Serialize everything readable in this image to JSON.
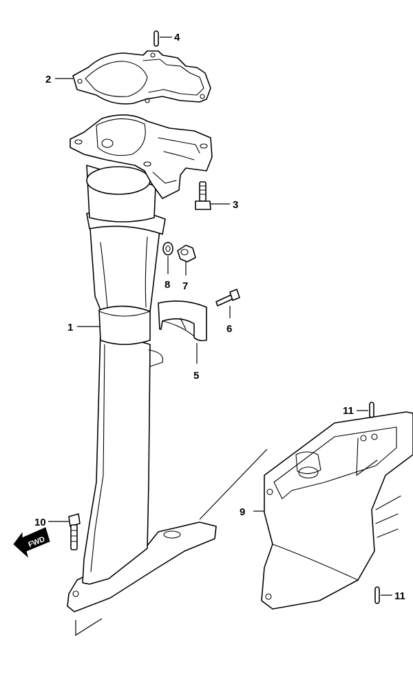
{
  "callouts": {
    "p1": "1",
    "p2": "2",
    "p3": "3",
    "p4": "4",
    "p5": "5",
    "p6": "6",
    "p7": "7",
    "p8": "8",
    "p9": "9",
    "p10": "10",
    "p11a": "11",
    "p11b": "11"
  },
  "direction_label": "FWD"
}
